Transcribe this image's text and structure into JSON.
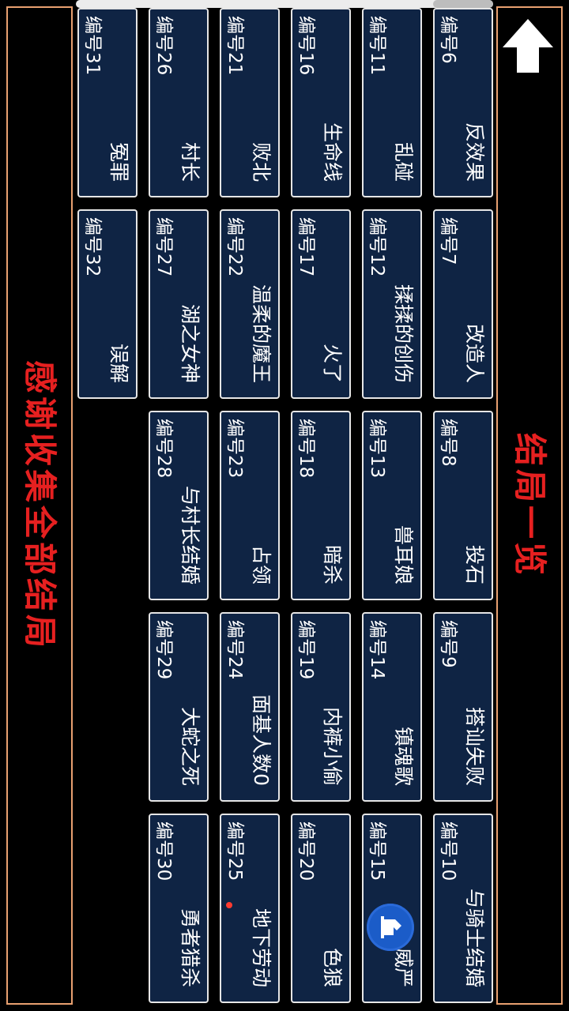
{
  "header": {
    "title": "结局一览"
  },
  "footer": {
    "thanks": "感谢收集全部结局"
  },
  "endings": [
    {
      "num": "编号6",
      "name": "反效果"
    },
    {
      "num": "编号7",
      "name": "改造人"
    },
    {
      "num": "编号8",
      "name": "投石"
    },
    {
      "num": "编号9",
      "name": "搭讪失败"
    },
    {
      "num": "编号10",
      "name": "与骑士结婚"
    },
    {
      "num": "编号11",
      "name": "乱碰"
    },
    {
      "num": "编号12",
      "name": "揉揉的创伤"
    },
    {
      "num": "编号13",
      "name": "兽耳娘"
    },
    {
      "num": "编号14",
      "name": "镇魂歌"
    },
    {
      "num": "编号15",
      "name": "威严"
    },
    {
      "num": "编号16",
      "name": "生命线"
    },
    {
      "num": "编号17",
      "name": "火了"
    },
    {
      "num": "编号18",
      "name": "暗杀"
    },
    {
      "num": "编号19",
      "name": "内裤小偷"
    },
    {
      "num": "编号20",
      "name": "色狼"
    },
    {
      "num": "编号21",
      "name": "败北"
    },
    {
      "num": "编号22",
      "name": "温柔的魔王"
    },
    {
      "num": "编号23",
      "name": "占领"
    },
    {
      "num": "编号24",
      "name": "面基人数0"
    },
    {
      "num": "编号25",
      "name": "地下劳动"
    },
    {
      "num": "编号26",
      "name": "村长"
    },
    {
      "num": "编号27",
      "name": "湖之女神"
    },
    {
      "num": "编号28",
      "name": "与村长结婚"
    },
    {
      "num": "编号29",
      "name": "大蛇之死"
    },
    {
      "num": "编号30",
      "name": "勇者猎杀"
    },
    {
      "num": "编号31",
      "name": "冤罪"
    },
    {
      "num": "编号32",
      "name": "误解"
    }
  ],
  "colors": {
    "accent_red": "#e62020",
    "card_bg": "#0f2444",
    "frame": "#e8a070"
  },
  "icons": {
    "back": "up-arrow-icon",
    "floating": "assistive-touch-icon"
  }
}
